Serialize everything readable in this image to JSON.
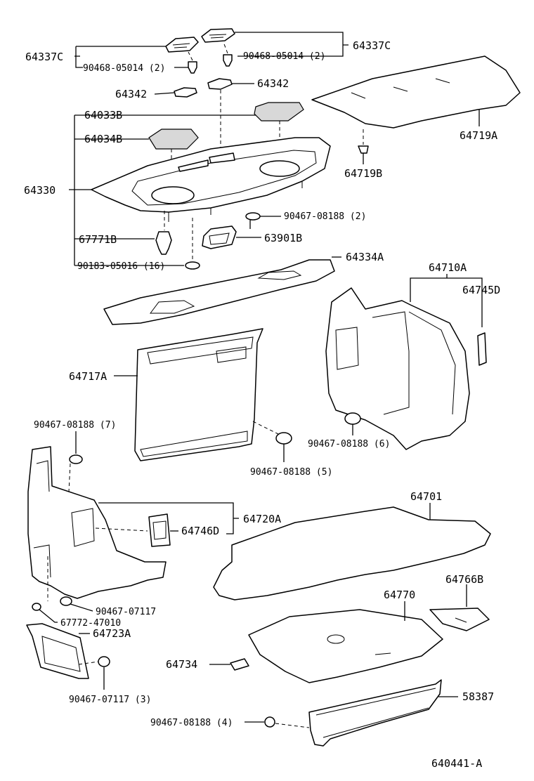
{
  "labels": {
    "l_64337c_left": "64337C",
    "l_64337c_right": "64337C",
    "l_90468_left": "90468-05014 (2)",
    "l_90468_right": "90468-05014 (2)",
    "l_64342_left": "64342",
    "l_64342_right": "64342",
    "l_64033b": "64033B",
    "l_64034b": "64034B",
    "l_64330": "64330",
    "l_67771b": "67771B",
    "l_90183": "90183-05016 (16)",
    "l_90467_2": "90467-08188 (2)",
    "l_63901b": "63901B",
    "l_64719a": "64719A",
    "l_64719b": "64719B",
    "l_64334a": "64334A",
    "l_64710a": "64710A",
    "l_64745d": "64745D",
    "l_64717a": "64717A",
    "l_90467_7": "90467-08188 (7)",
    "l_90467_6": "90467-08188 (6)",
    "l_90467_5": "90467-08188 (5)",
    "l_64746d": "64746D",
    "l_64720a": "64720A",
    "l_64701": "64701",
    "l_90467_07117": "90467-07117",
    "l_67772": "67772-47010",
    "l_64723a": "64723A",
    "l_64766b": "64766B",
    "l_64770": "64770",
    "l_64734": "64734",
    "l_90467_07117_3": "90467-07117 (3)",
    "l_58387": "58387",
    "l_90467_4": "90467-08188 (4)",
    "l_diagram_id": "640441-A"
  }
}
